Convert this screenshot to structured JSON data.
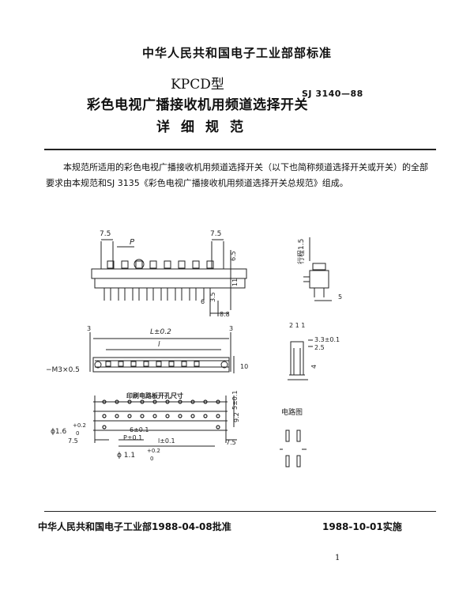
{
  "header": {
    "org_standard": "中华人民共和国电子工业部部标准"
  },
  "title": {
    "model": "KPCD型",
    "main": "彩色电视广播接收机用频道选择开关",
    "sub": "详细规范",
    "standard_no": "SJ 3140—88"
  },
  "body": {
    "paragraph": "本规范所适用的彩色电视广播接收机用频道选择开关（以下也简称频道选择开关或开关）的全部要求由本规范和SJ 3135《彩色电视广播接收机用频道选择开关总规范》组成。"
  },
  "drawing": {
    "dim_7_5": "7.5",
    "dim_p": "P",
    "dim_6_5": "6.5",
    "dim_11": "11",
    "dim_3_5": "3.5",
    "dim_6": "6",
    "dim_8_8": "8.8",
    "dim_5": "5",
    "label_3": "3",
    "dim_L": "L±0.2",
    "dim_l": "l",
    "dim_M3": "−M3×0.5",
    "dim_10": "10",
    "pcb_title": "印刷电路板开孔尺寸",
    "hole_16": "ϕ1.6",
    "tol_plus": "+0.2",
    "tol_zero": "0",
    "dim_5_pm": "5±0.1",
    "dim_9_2": "9.2",
    "dim_6_pm": "6±0.1",
    "dim_P_pm": "P±0.1",
    "dim_l_pm": "l±0.1",
    "hole_11": "ϕ 1.1",
    "side_travel": "行程1.5",
    "label_211": "2 1 1",
    "dim_3_3": "3.3±0.1",
    "dim_2_5": "2.5",
    "dim_4": "4",
    "circuit_label": "电路图"
  },
  "footer": {
    "approval": "中华人民共和国电子工业部1988-04-08批准",
    "effective": "1988-10-01实施",
    "page": "1"
  }
}
